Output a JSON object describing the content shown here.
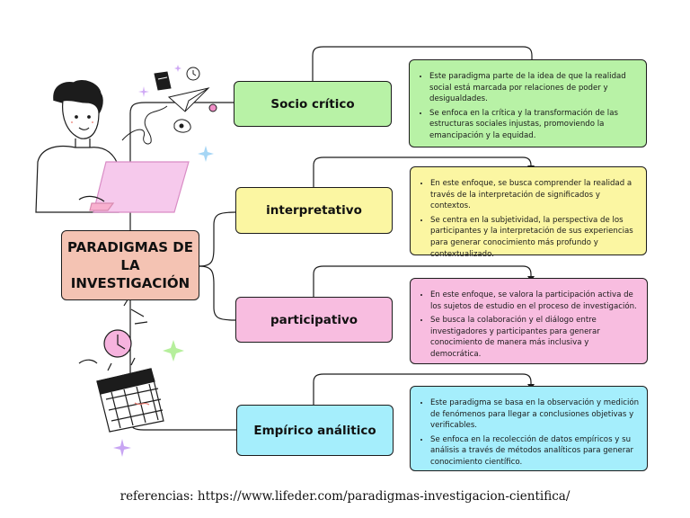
{
  "central": {
    "line1": "PARADIGMAS DE",
    "line2": "LA INVESTIGACIÓN"
  },
  "branches": [
    {
      "label": "Socio crítico",
      "color": "#b8f2a6",
      "bullets": [
        "Este paradigma parte de la idea de que la realidad social está marcada por relaciones de poder y desigualdades.",
        " Se enfoca en la crítica y la transformación de las estructuras sociales injustas, promoviendo la emancipación y la equidad."
      ]
    },
    {
      "label": "interpretativo",
      "color": "#fbf6a2",
      "bullets": [
        " En este enfoque, se busca comprender la realidad a través de la interpretación de significados y contextos.",
        "Se centra en la subjetividad, la perspectiva de los participantes y la interpretación de sus experiencias para generar conocimiento más profundo y contextualizado."
      ]
    },
    {
      "label": "participativo",
      "color": "#f8bde0",
      "bullets": [
        "En este enfoque, se valora la participación activa de los sujetos de estudio en el proceso de investigación.",
        "Se busca la colaboración y el diálogo entre investigadores y participantes para generar conocimiento de manera más inclusiva y democrática."
      ]
    },
    {
      "label": "Empírico análitico",
      "color": "#a5eefc",
      "bullets": [
        "Este paradigma se basa en la observación y medición de fenómenos para llegar a conclusiones objetivas y verificables.",
        "Se enfoca en la recolección de datos empíricos y su análisis a través de métodos analíticos para generar conocimiento científico."
      ]
    }
  ],
  "reference": "referencias: https://www.lifeder.com/paradigmas-investigacion-cientifica/"
}
